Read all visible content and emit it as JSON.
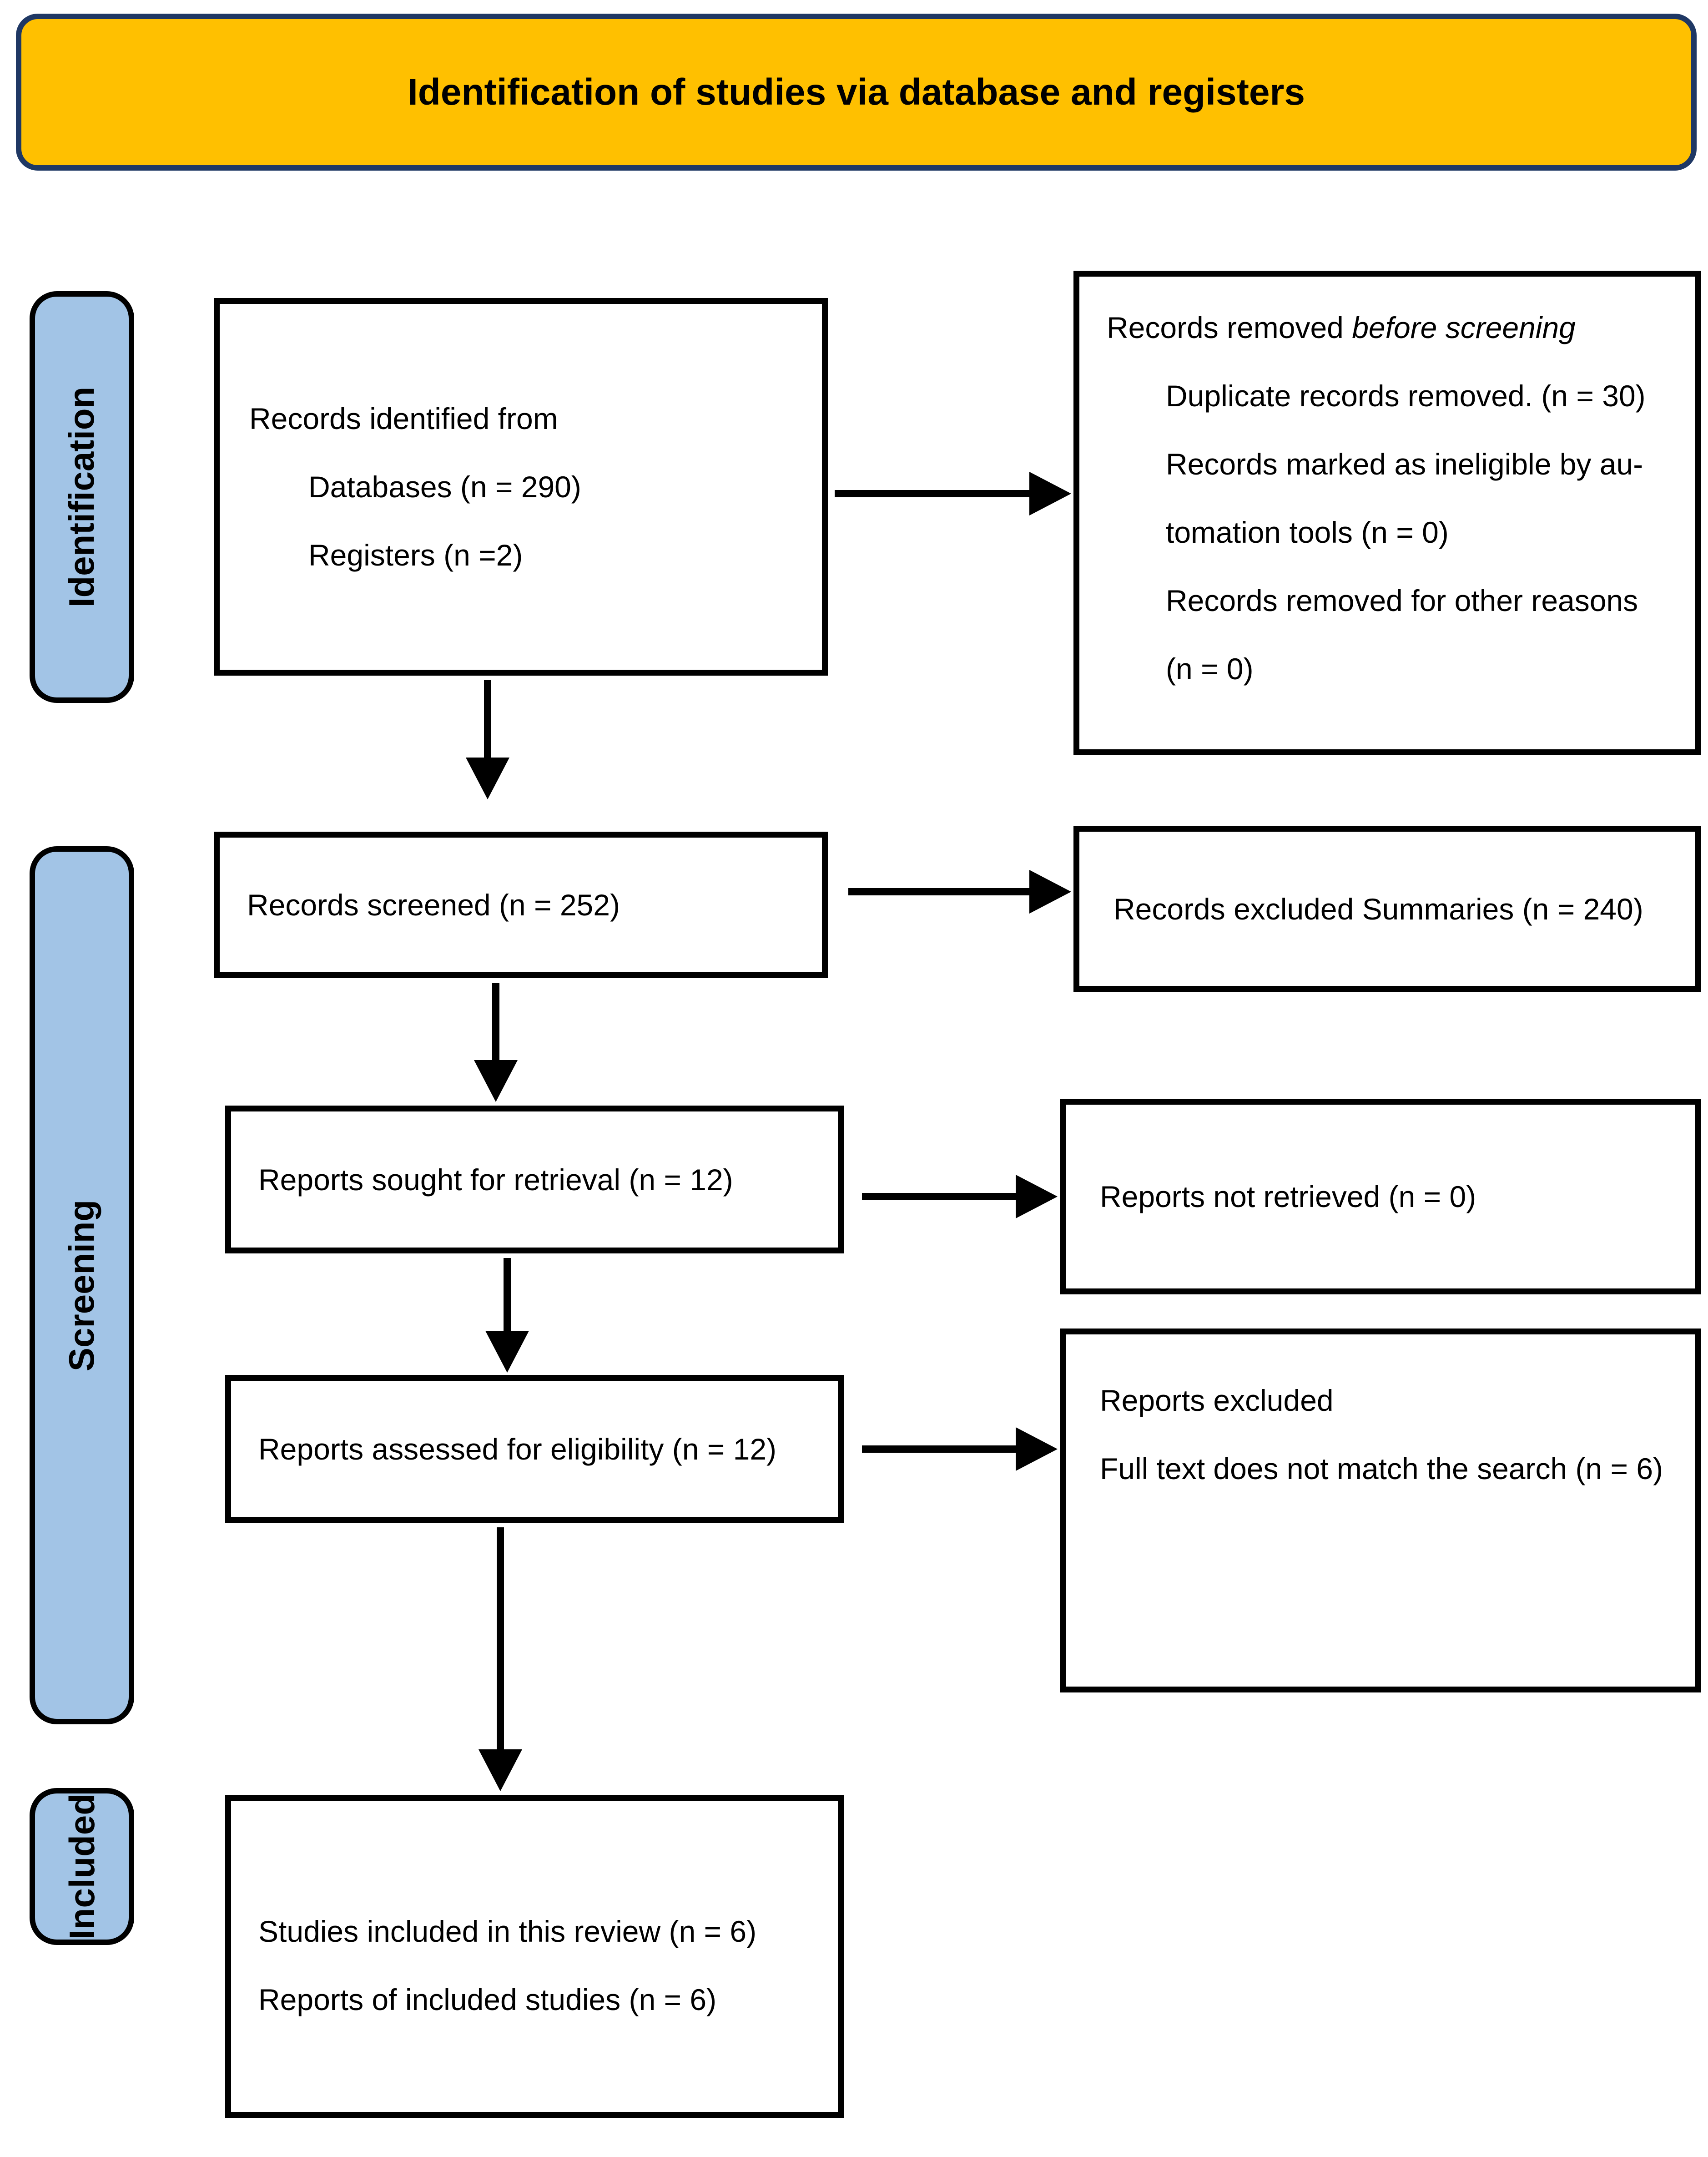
{
  "header": {
    "title": "Identification of studies via database and registers"
  },
  "sidebar": {
    "identification": "Identification",
    "screening": "Screening",
    "included": "Included"
  },
  "boxes": {
    "records_identified": {
      "line1": "Records identified from",
      "line2": "Databases (n = 290)",
      "line3": "Registers (n =2)"
    },
    "records_removed": {
      "prefix": "Records removed ",
      "italic": "before screening",
      "item1": "Duplicate records removed. (n = 30)",
      "item2": "Records marked as ineligible by au-",
      "item3": "tomation tools (n = 0)",
      "item4": "Records removed for other reasons",
      "item5": "(n = 0)"
    },
    "records_screened": {
      "text": "Records screened (n = 252)"
    },
    "records_excluded": {
      "text": "Records excluded Summaries (n = 240)"
    },
    "reports_sought": {
      "text": "Reports sought for retrieval (n = 12)"
    },
    "reports_not_retrieved": {
      "text": "Reports not retrieved (n = 0)"
    },
    "reports_assessed": {
      "text": "Reports assessed for eligibility (n = 12)"
    },
    "reports_excluded": {
      "line1": "Reports excluded",
      "line2": "Full text does not match the search (n = 6)"
    },
    "included_studies": {
      "line1": "Studies included in this review (n = 6)",
      "line2": "Reports of included studies (n = 6)"
    }
  },
  "colors": {
    "header_fill": "#FFC000",
    "header_border": "#1F3864",
    "stage_fill": "#A2C4E6",
    "box_border": "#000000",
    "text": "#000000"
  }
}
